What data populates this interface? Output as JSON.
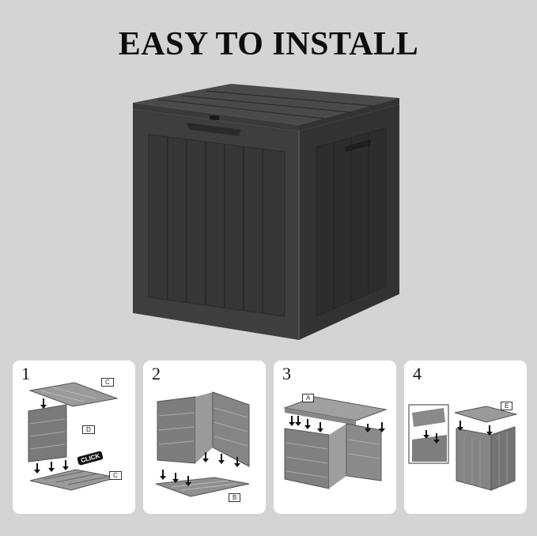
{
  "title": "EASY TO INSTALL",
  "hero": {
    "alt": "dark gray wood-grain resin storage box"
  },
  "colors": {
    "background": "#d4d4d4",
    "panel": "#ffffff",
    "box_dark": "#3c3c3c",
    "part_gray": "#8a8a8a"
  },
  "steps": [
    {
      "number": "1",
      "labels": [
        "C",
        "D",
        "C"
      ],
      "callout": "CLICK"
    },
    {
      "number": "2",
      "labels": [
        "B"
      ]
    },
    {
      "number": "3",
      "labels": [
        "A"
      ]
    },
    {
      "number": "4",
      "labels": [
        "E"
      ]
    }
  ]
}
